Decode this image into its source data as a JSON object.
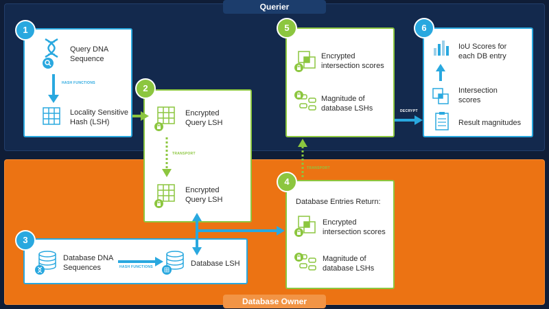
{
  "regions": {
    "querier": "Querier",
    "owner": "Database Owner"
  },
  "steps": {
    "s1": {
      "badge": "1",
      "query_line1": "Query DNA",
      "query_line2": "Sequence",
      "arrow_label": "HASH FUNCTIONS",
      "lsh_line1": "Locality Sensitive",
      "lsh_line2": "Hash (LSH)"
    },
    "s2": {
      "badge": "2",
      "top_line1": "Encrypted",
      "top_line2": "Query LSH",
      "arrow_label": "TRANSPORT",
      "bottom_line1": "Encrypted",
      "bottom_line2": "Query LSH"
    },
    "s3": {
      "badge": "3",
      "db_line1": "Database DNA",
      "db_line2": "Sequences",
      "arrow_label": "HASH FUNCTIONS",
      "lsh": "Database LSH"
    },
    "s4": {
      "badge": "4",
      "heading": "Database Entries Return:",
      "item1_line1": "Encrypted",
      "item1_line2": "intersection scores",
      "item2_line1": "Magnitude of",
      "item2_line2": "database LSHs",
      "transport_label": "TRANSPORT"
    },
    "s5": {
      "badge": "5",
      "item1_line1": "Encrypted",
      "item1_line2": "intersection scores",
      "item2_line1": "Magnitude of",
      "item2_line2": "database LSHs",
      "decrypt_label": "DECRYPT"
    },
    "s6": {
      "badge": "6",
      "iou_line1": "IoU Scores for",
      "iou_line2": "each DB entry",
      "inter_line1": "Intersection",
      "inter_line2": "scores",
      "magnitudes": "Result magnitudes"
    }
  },
  "colors": {
    "querier_bg": "#13294d",
    "owner_bg": "#ec7313",
    "blue_accent": "#29a8df",
    "green_accent": "#8cc63f"
  },
  "icons": [
    "dna-icon",
    "search-icon",
    "grid-icon",
    "lock-icon",
    "database-icon",
    "squares-icon",
    "bar-chart-icon",
    "clipboard-icon"
  ]
}
